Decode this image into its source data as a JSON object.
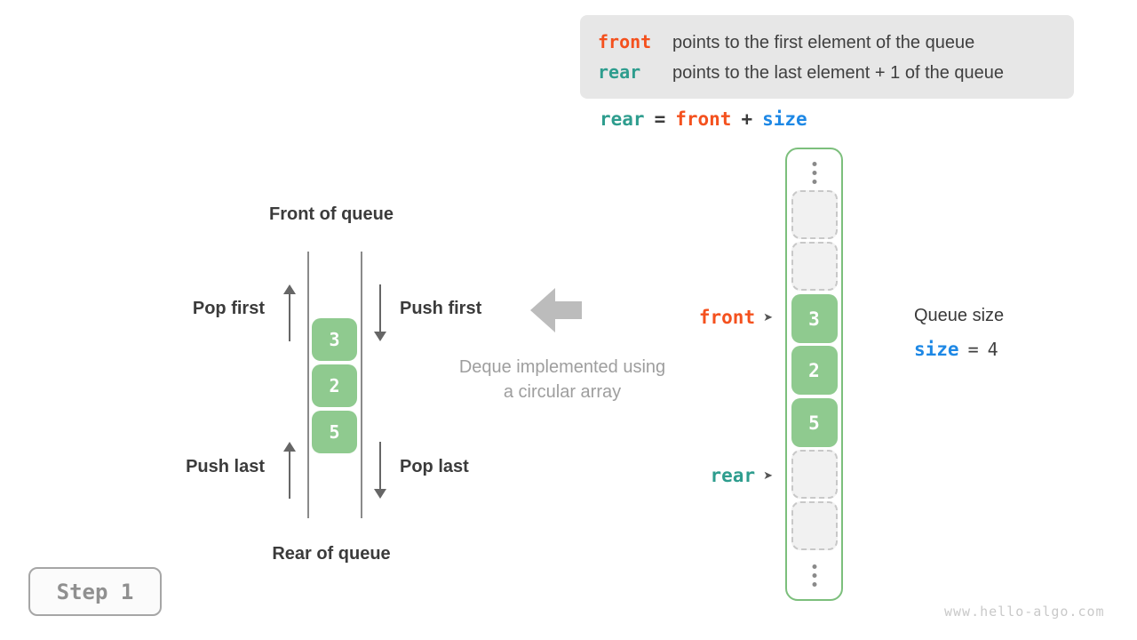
{
  "colors": {
    "orange": "#f4511e",
    "teal": "#2e9d8e",
    "blue": "#1e88e5",
    "green": "#8fca8f",
    "green_border": "#7cbf7c"
  },
  "info_box": {
    "lines": [
      {
        "keyword": "front",
        "description": "points to the first element of the queue"
      },
      {
        "keyword": "rear",
        "description": "points to the last element + 1 of the queue"
      }
    ]
  },
  "formula": {
    "lhs": "rear",
    "equals": "=",
    "operand1": "front",
    "plus": "+",
    "operand2": "size"
  },
  "left_queue": {
    "front_label": "Front of queue",
    "rear_label": "Rear of queue",
    "pop_first": "Pop first",
    "push_first": "Push first",
    "push_last": "Push last",
    "pop_last": "Pop last",
    "cells": [
      "3",
      "2",
      "5"
    ]
  },
  "center_caption": {
    "line1": "Deque implemented using",
    "line2": "a circular array"
  },
  "circular_array": {
    "values": [
      "3",
      "2",
      "5"
    ],
    "front_pointer": "front",
    "rear_pointer": "rear",
    "pointer_arrow": "➤"
  },
  "queue_size": {
    "title": "Queue size",
    "variable": "size",
    "equals": "=",
    "value": "4"
  },
  "step_badge": {
    "label": "Step 1"
  },
  "watermark": "www.hello-algo.com"
}
